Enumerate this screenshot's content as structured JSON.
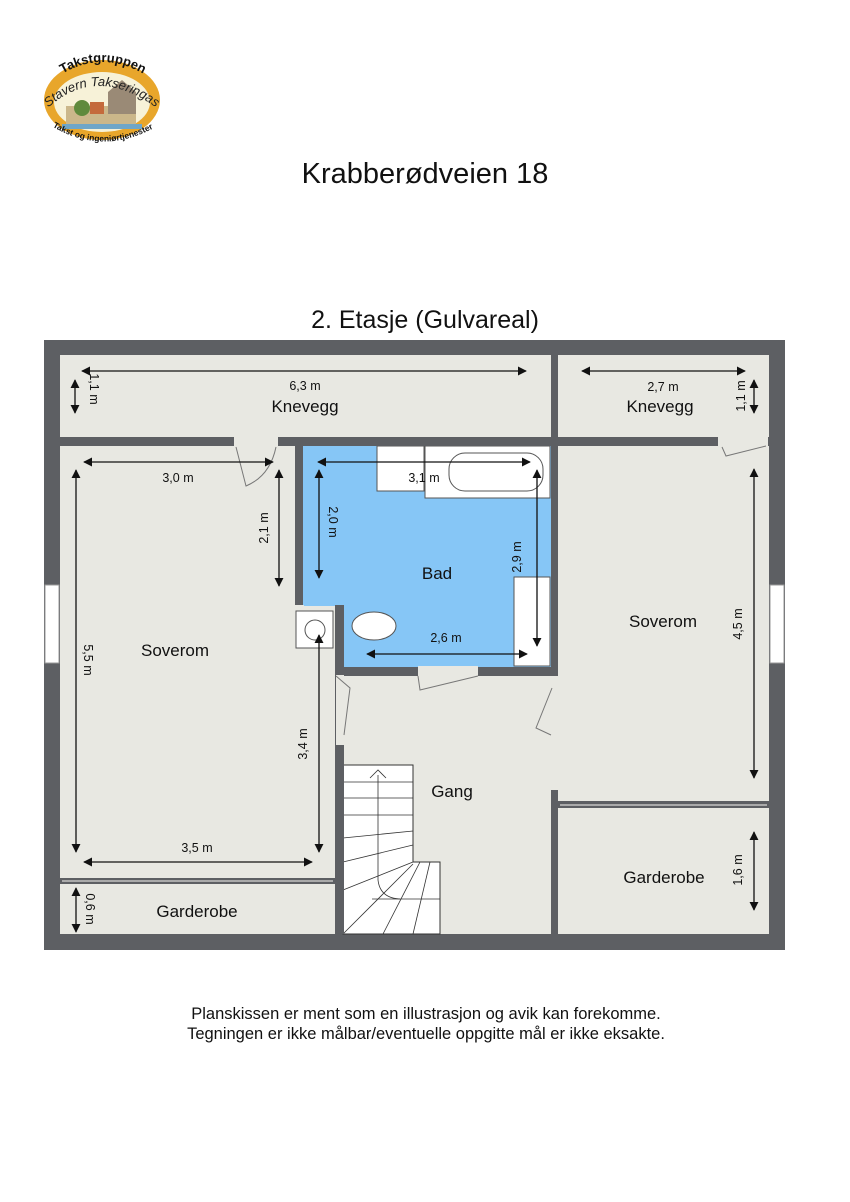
{
  "logo": {
    "top_text": "Takstgruppen",
    "middle_text": "Stavern Takseringas",
    "bottom_text": "Takst og ingeniørtjenester"
  },
  "header": {
    "title": "Krabberødveien 18",
    "subtitle": "2. Etasje (Gulvareal)"
  },
  "colors": {
    "wall": "#5d5f63",
    "floor": "#e8e8e2",
    "bathroom": "#86c6f6",
    "fixture": "#ffffff"
  },
  "rooms": {
    "knevegg_left": {
      "name": "Knevegg",
      "width": "6,3 m",
      "depth": "1,1 m"
    },
    "knevegg_right": {
      "name": "Knevegg",
      "width": "2,7 m",
      "depth": "1,1 m"
    },
    "soverom_left": {
      "name": "Soverom",
      "width_top": "3,0 m",
      "width_bottom": "3,5 m",
      "height": "5,5 m",
      "notch_top": "2,1 m",
      "notch_bottom": "3,4 m"
    },
    "bad": {
      "name": "Bad",
      "width_top": "3,1 m",
      "width_bottom": "2,6 m",
      "height_left": "2,0 m",
      "height_right": "2,9 m"
    },
    "soverom_right": {
      "name": "Soverom",
      "height": "4,5 m"
    },
    "gang": {
      "name": "Gang"
    },
    "garderobe_left": {
      "name": "Garderobe",
      "depth": "0,6 m"
    },
    "garderobe_right": {
      "name": "Garderobe",
      "depth": "1,6 m"
    }
  },
  "footer": {
    "line1": "Planskissen er ment som en illustrasjon og avik kan forekomme.",
    "line2": "Tegningen er ikke målbar/eventuelle oppgitte mål er ikke eksakte."
  }
}
